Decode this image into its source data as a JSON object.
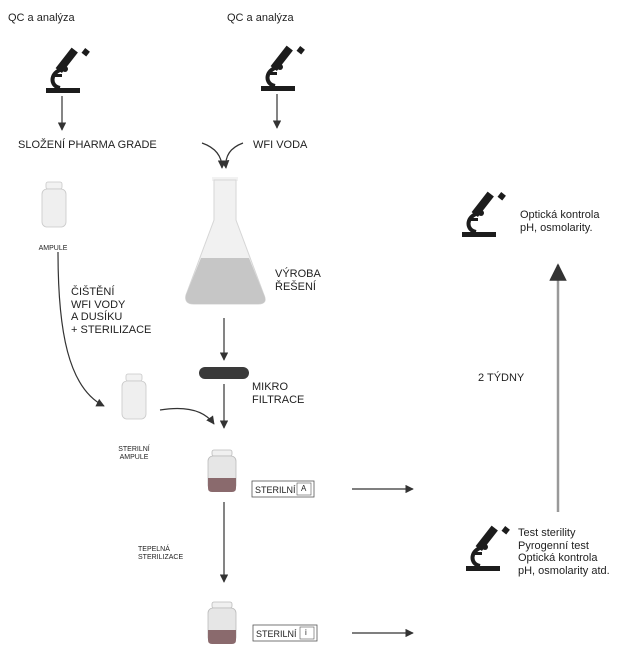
{
  "labels": {
    "qc_left": "QC a analýza",
    "qc_center": "QC a analýza",
    "pharma_grade": "SLOŽENÍ PHARMA GRADE",
    "wfi_voda": "WFI VODA",
    "ampule": "AMPULE",
    "cleaning": "ČIŠTĚNÍ\nWFI VODY\nA DUSÍKU\n+ STERILIZACE",
    "vyroba": "VÝROBA\nŘEŠENÍ",
    "mikro": "MIKRO\nFILTRACE",
    "sterile_ampule": "STERILNÍ\nAMPULE",
    "sterilni_tag_1": "STERILNÍ",
    "tag_letter_1": "A",
    "tepelna": "TEPELNÁ\nSTERILIZACE",
    "sterilni_tag_2": "STERILNÍ",
    "tag_letter_2": "i",
    "opticka_top": "Optická kontrola\npH, osmolarity.",
    "two_weeks": "2 TÝDNY",
    "tests": "Test sterility\nPyrogenní test\nOptická kontrola\npH, osmolarity atd."
  },
  "icons": [
    "microscope-icon",
    "flask-icon",
    "ampule-icon",
    "vial-icon",
    "filter-icon",
    "arrow-icon"
  ],
  "colors": {
    "icon": "#1c1c1c",
    "line": "#444444",
    "liquid": "#c6c6c6",
    "vial_fill": "#8a6a6d",
    "vial_glass": "#e6e6e6"
  }
}
